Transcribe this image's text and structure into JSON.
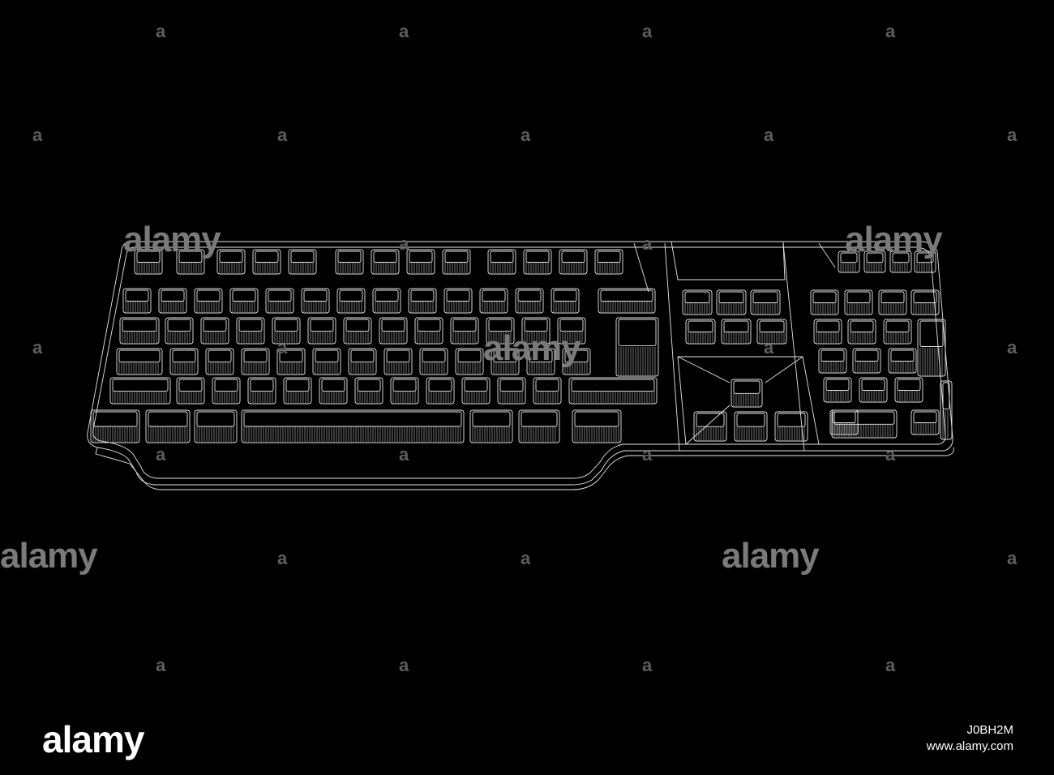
{
  "watermark": {
    "brand": "alamy",
    "mark": "a"
  },
  "footer": {
    "logo": "alamy",
    "image_id": "J0BH2M",
    "site": "www.alamy.com"
  },
  "colors": {
    "background": "#000000",
    "wireframe": "#e6e6e6",
    "watermark": "#7a7a7a",
    "footer_text": "#ffffff"
  },
  "subject": {
    "icon": "keyboard-wireframe"
  }
}
